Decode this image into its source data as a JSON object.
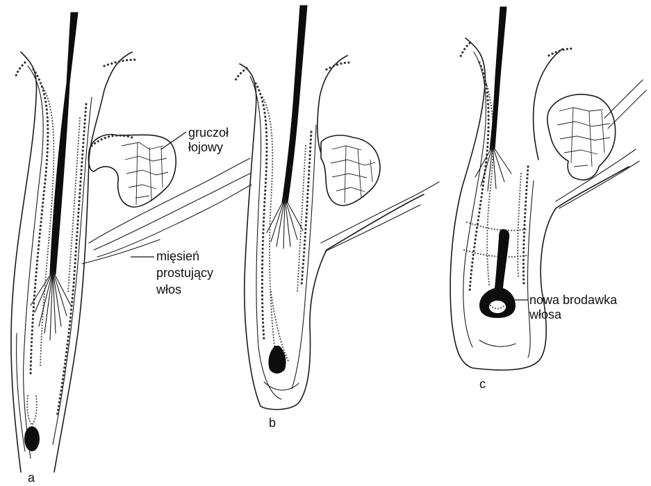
{
  "labels": {
    "sebaceous_gland": [
      "gruczoł",
      "łojowy"
    ],
    "arrector_muscle": [
      "mięsień",
      "prostujący",
      "włos"
    ],
    "new_papilla": [
      "nowa brodawka",
      "włosa"
    ]
  },
  "panels": [
    "a",
    "b",
    "c"
  ],
  "colors": {
    "ink": "#1a1a1a",
    "background": "#ffffff"
  }
}
